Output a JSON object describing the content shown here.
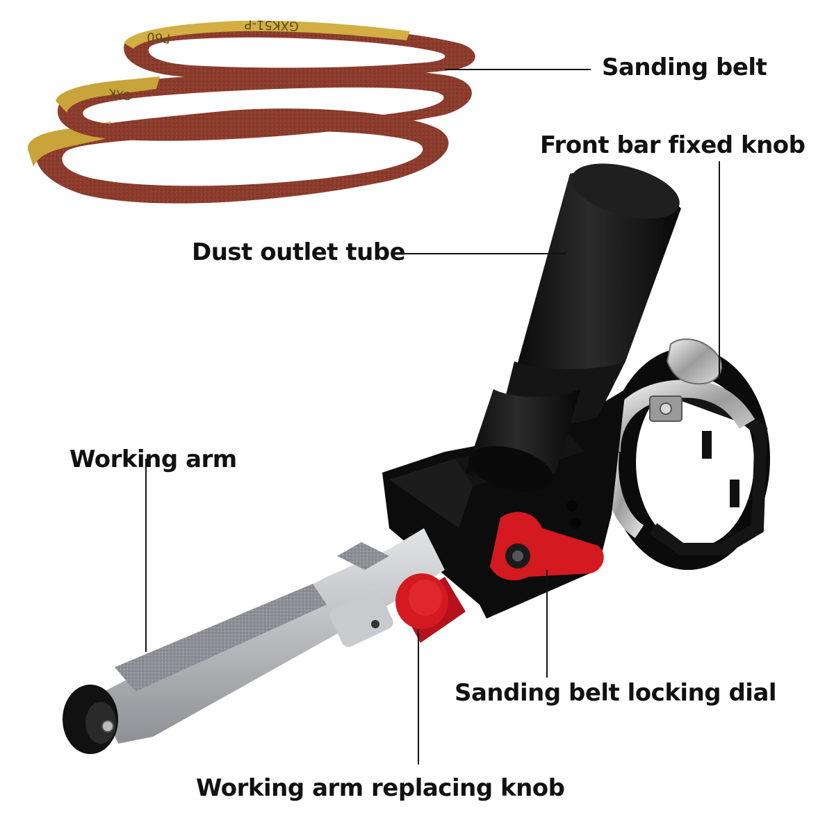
{
  "labels": {
    "sanding_belt": "Sanding belt",
    "front_bar_fixed_knob": "Front bar fixed knob",
    "dust_outlet_tube": "Dust outlet tube",
    "working_arm": "Working arm",
    "sanding_belt_locking_dial": "Sanding belt locking dial",
    "working_arm_replacing_knob": "Working arm replacing knob"
  },
  "belt_prints": {
    "top_belt": "P60",
    "top_belt_code": "GXK51-P",
    "middle_belt_code": "GXK"
  }
}
